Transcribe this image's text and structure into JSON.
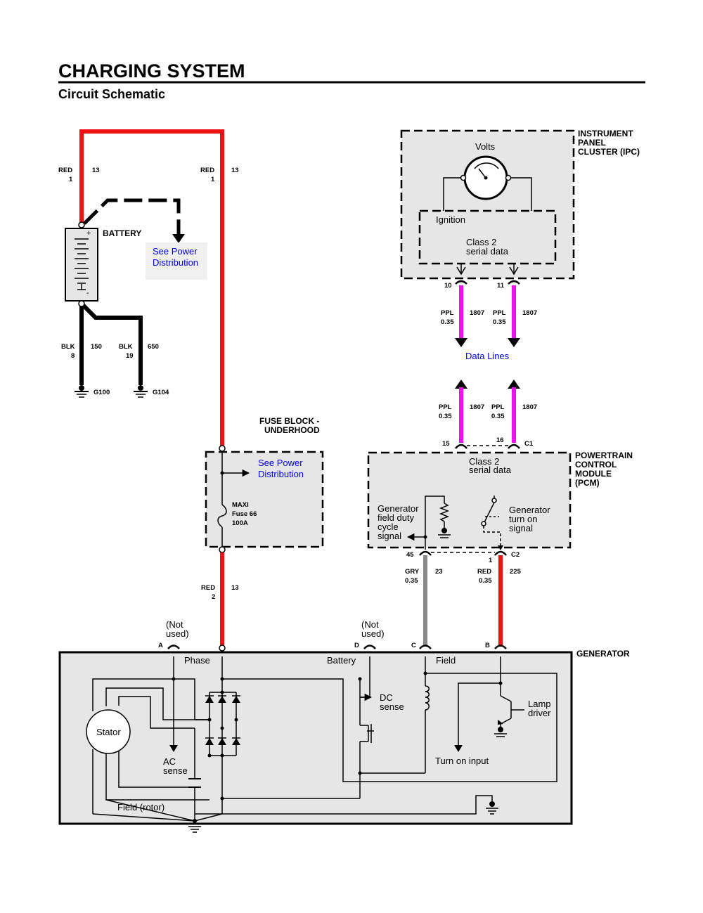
{
  "header": {
    "title": "CHARGING SYSTEM",
    "subtitle": "Circuit Schematic"
  },
  "battery": {
    "label": "BATTERY",
    "link_line1": "See  Power",
    "link_line2": "Distribution",
    "plus": "+",
    "minus": "-",
    "wire_left": {
      "color": "RED",
      "gauge": "1",
      "circuit": "13"
    },
    "wire_right": {
      "color": "RED",
      "gauge": "1",
      "circuit": "13"
    },
    "ground_wire_1": {
      "color": "BLK",
      "gauge": "8",
      "circuit": "150"
    },
    "ground_wire_2": {
      "color": "BLK",
      "gauge": "19",
      "circuit": "650"
    },
    "ground_1": "G100",
    "ground_2": "G104"
  },
  "ipc": {
    "title_line1": "INSTRUMENT",
    "title_line2": "PANEL",
    "title_line3": "CLUSTER (IPC)",
    "gauge_label": "Volts",
    "ignition": "Ignition",
    "class2_line1": "Class 2",
    "class2_line2": "serial data",
    "pin_1": "10",
    "pin_2": "11",
    "wire_1": {
      "color": "PPL",
      "gauge": "0.35",
      "circuit": "1807"
    },
    "wire_2": {
      "color": "PPL",
      "gauge": "0.35",
      "circuit": "1807"
    }
  },
  "data_lines": "Data Lines",
  "fuse_block": {
    "title_line1": "FUSE BLOCK -",
    "title_line2": "UNDERHOOD",
    "link_line1": "See Power",
    "link_line2": "Distribution",
    "fuse_line1": "MAXI",
    "fuse_line2": "Fuse 66",
    "fuse_line3": "100A",
    "wire_out": {
      "color": "RED",
      "gauge": "2",
      "circuit": "13"
    }
  },
  "pcm": {
    "title_line1": "POWERTRAIN",
    "title_line2": "CONTROL",
    "title_line3": "MODULE",
    "title_line4": "(PCM)",
    "class2_line1": "Class 2",
    "class2_line2": "serial data",
    "wire_1": {
      "color": "PPL",
      "gauge": "0.35",
      "circuit": "1807"
    },
    "wire_2": {
      "color": "PPL",
      "gauge": "0.35",
      "circuit": "1807"
    },
    "pin_15": "15",
    "pin_16": "16",
    "connector_c1": "C1",
    "gen_field_line1": "Generator",
    "gen_field_line2": "field duty",
    "gen_field_line3": "cycle",
    "gen_field_line4": "signal",
    "gen_turnon_line1": "Generator",
    "gen_turnon_line2": "turn on",
    "gen_turnon_line3": "signal",
    "pin_45": "45",
    "pin_1": "1",
    "connector_c2": "C2",
    "wire_field": {
      "color": "GRY",
      "gauge": "0.35",
      "circuit": "23"
    },
    "wire_turnon": {
      "color": "RED",
      "gauge": "0.35",
      "circuit": "225"
    }
  },
  "generator": {
    "title": "GENERATOR",
    "term_a": "A",
    "term_b": "B",
    "term_c": "C",
    "term_d": "D",
    "not_used_line1": "(Not",
    "not_used_line2": "used)",
    "phase": "Phase",
    "battery": "Battery",
    "field": "Field",
    "stator": "Stator",
    "ac_sense_line1": "AC",
    "ac_sense_line2": "sense",
    "dc_sense_line1": "DC",
    "dc_sense_line2": "sense",
    "lamp_driver_line1": "Lamp",
    "lamp_driver_line2": "driver",
    "turn_on_input": "Turn on input",
    "field_rotor": "Field  (rotor)"
  },
  "colors": {
    "red": "#ee1111",
    "magenta": "#ee11ee",
    "gray": "#888888",
    "panel": "#e6e6e6",
    "link": "#0000ee"
  }
}
